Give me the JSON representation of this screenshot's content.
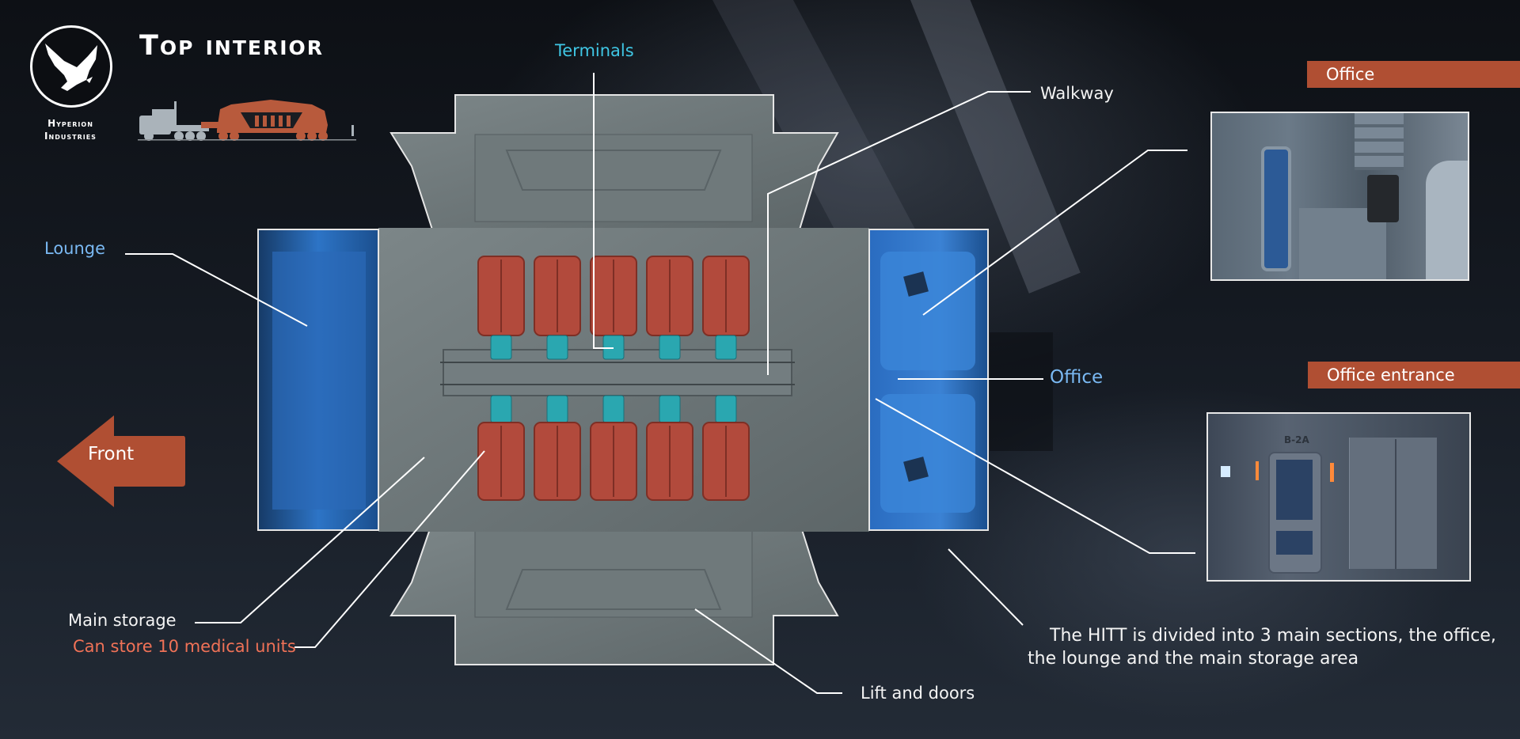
{
  "brand": {
    "company_name_line1": "Hyperion",
    "company_name_line2": "Industries",
    "logo_icon": "eagle-icon"
  },
  "header": {
    "title": "Top interior"
  },
  "callouts": {
    "terminals": "Terminals",
    "walkway": "Walkway",
    "lounge": "Lounge",
    "office": "Office",
    "main_storage": "Main storage",
    "storage_capacity": "Can store 10 medical units",
    "lift_and_doors": "Lift and doors"
  },
  "direction": {
    "front_label": "Front",
    "icon": "arrow-left-icon"
  },
  "panels": [
    {
      "banner": "Office",
      "photo_caption": ""
    },
    {
      "banner": "Office entrance",
      "door_sign": "B-2A"
    }
  ],
  "description": "The HITT is divided into 3 main sections, the office, the lounge and the main storage area",
  "storage": {
    "units_top_row": 5,
    "units_bottom_row": 5
  },
  "colors": {
    "accent_orange": "#b04f33",
    "medical_unit": "#b24a3c",
    "terminal": "#2aa7b0",
    "office_blue": "#2f6fbf",
    "floor_gray": "#6d7679",
    "cyan_label": "#3fc6e4",
    "lightblue_label": "#7ab9f3",
    "salmon_label": "#f07257"
  }
}
